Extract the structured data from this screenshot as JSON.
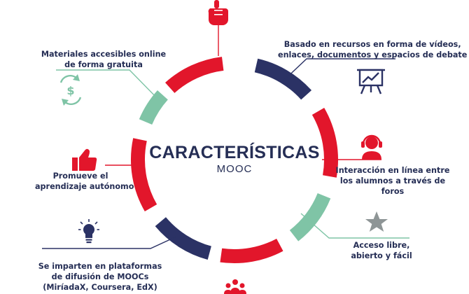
{
  "colors": {
    "red": "#e2162b",
    "navy": "#2b3265",
    "green": "#7fc4a6",
    "gray": "#8e9596",
    "text": "#252e55"
  },
  "center": {
    "title": "CARACTERÍSTICAS",
    "subtitle": "MOOC"
  },
  "features": [
    {
      "id": "recursos",
      "icon": "presentation-board-icon",
      "lines": [
        "Basado en recursos en forma de vídeos,",
        "enlaces, documentos y espacios de debate"
      ]
    },
    {
      "id": "interaccion",
      "icon": "headset-person-icon",
      "lines": [
        "Interacción en línea entre",
        "los alumnos a través de",
        "foros"
      ]
    },
    {
      "id": "acceso",
      "icon": "star-icon",
      "lines": [
        "Acceso libre,",
        "abierto y fácil"
      ]
    },
    {
      "id": "plataformas",
      "icon": "lightbulb-icon",
      "lines": [
        "Se imparten en plataformas",
        "de difusión de MOOCs",
        "(MiríadaX, Coursera, EdX)"
      ]
    },
    {
      "id": "aprendizaje",
      "icon": "thumbs-up-icon",
      "lines": [
        "Promueve el",
        "aprendizaje autónomo"
      ]
    },
    {
      "id": "materiales",
      "icon": "dollar-cycle-icon",
      "lines": [
        "Materiales accesibles online",
        "de forma gratuita"
      ]
    }
  ],
  "decor_icons": [
    "pointing-hand-icon",
    "group-people-icon"
  ]
}
